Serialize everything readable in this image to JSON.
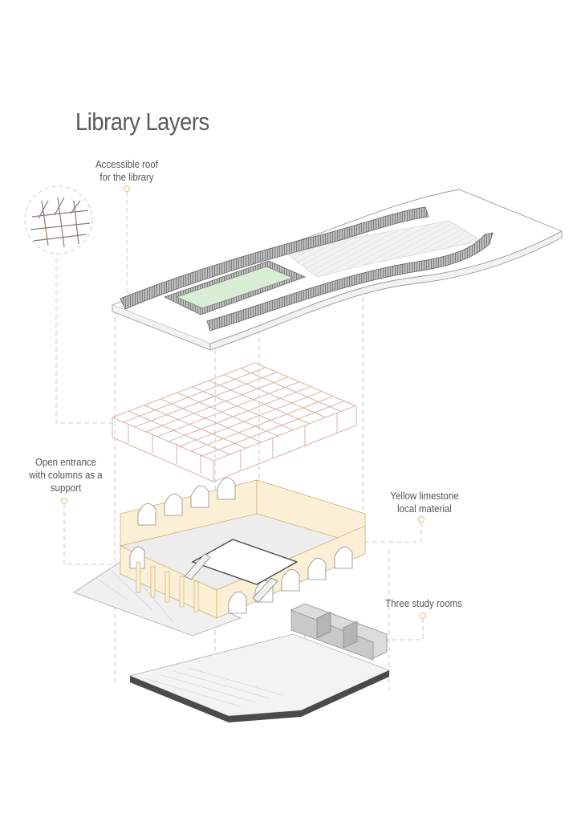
{
  "title": "Library Layers",
  "annotations": {
    "roof": [
      "Accessible roof",
      "for the library"
    ],
    "entrance": [
      "Open entrance",
      "with columns as a",
      "support"
    ],
    "limestone": [
      "Yellow limestone",
      "local material"
    ],
    "rooms": [
      "Three study rooms"
    ]
  },
  "colors": {
    "title_text": "#5a5a5a",
    "label_text": "#555555",
    "leader_dot": "#e8c98a",
    "roof_green": "#d9ecd4",
    "limestone": "#fbf0d5",
    "timber": "#e3c8b8",
    "parapet": "#9a9a9a",
    "floor_edge": "#4a4a4a"
  }
}
